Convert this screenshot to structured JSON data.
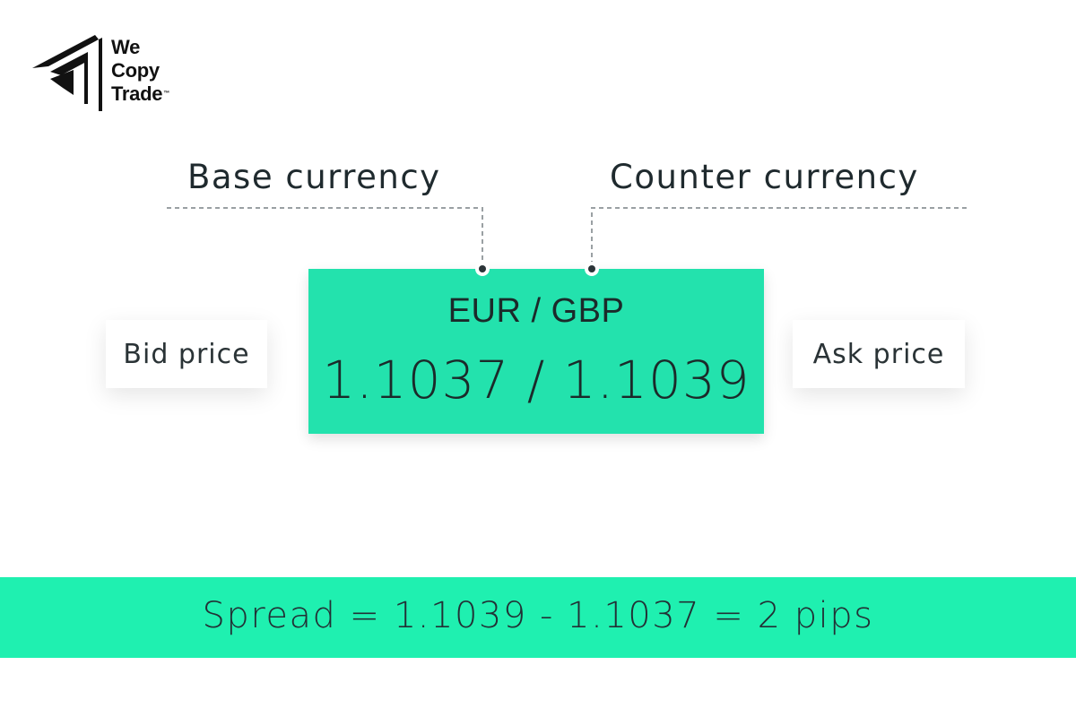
{
  "brand": {
    "logo_lines": [
      "We",
      "Copy",
      "Trade"
    ],
    "trademark": "™"
  },
  "labels": {
    "base_currency": "Base currency",
    "counter_currency": "Counter currency",
    "bid_price": "Bid price",
    "ask_price": "Ask price"
  },
  "pair": {
    "name": "EUR / GBP",
    "quote": "1.1037 / 1.1039"
  },
  "spread": {
    "text": "Spread = 1.1039 - 1.1037 = 2 pips"
  },
  "colors": {
    "accent_box": "#23e2ad",
    "accent_bar": "#1ff0b0",
    "text": "#1f2a2e",
    "background": "#ffffff"
  }
}
